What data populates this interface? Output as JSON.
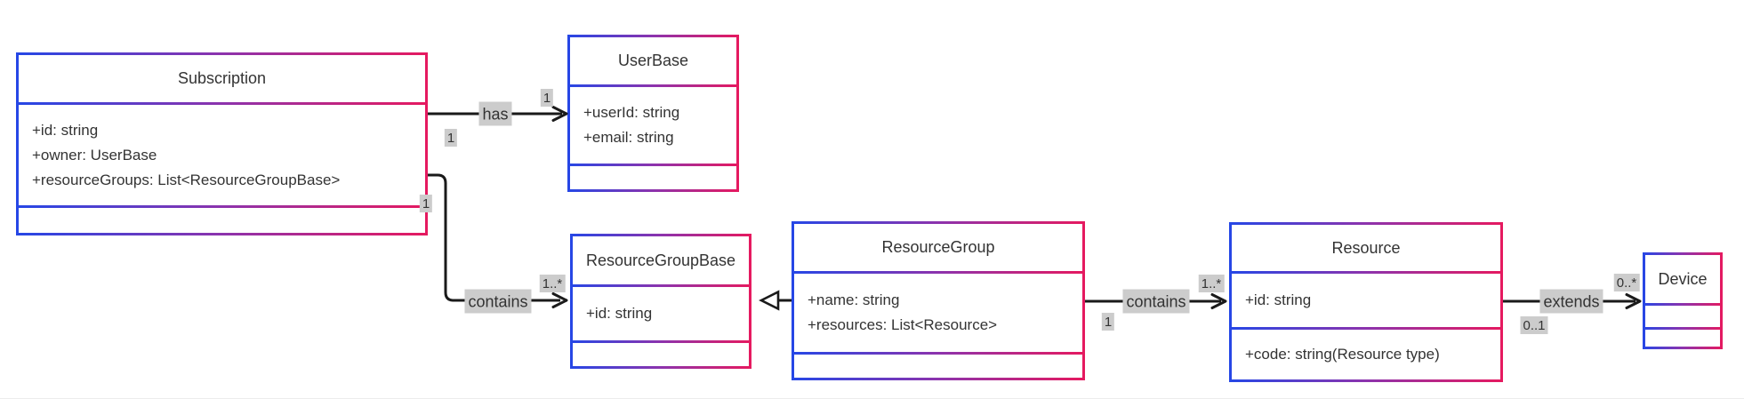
{
  "diagram": {
    "kind": "uml-class-diagram",
    "background_color": "#ffffff",
    "node_border_gradient": [
      "#2547e6",
      "#8c33ad",
      "#e6195f"
    ],
    "edge_color": "#1a1a1a",
    "label_background": "#cccccc",
    "text_color": "#333333"
  },
  "classes": [
    {
      "name": "Subscription",
      "attributes": [
        "+id: string",
        "+owner: UserBase",
        "+resourceGroups: List<ResourceGroupBase>"
      ],
      "methods": []
    },
    {
      "name": "UserBase",
      "attributes": [
        "+userId: string",
        "+email: string"
      ],
      "methods": []
    },
    {
      "name": "ResourceGroupBase",
      "attributes": [
        "+id: string"
      ],
      "methods": []
    },
    {
      "name": "ResourceGroup",
      "attributes": [
        "+name: string",
        "+resources: List<Resource>"
      ],
      "methods": []
    },
    {
      "name": "Resource",
      "attributes": [
        "+id: string"
      ],
      "methods": [
        "+code: string(Resource type)"
      ]
    },
    {
      "name": "Device",
      "attributes": [],
      "methods": []
    }
  ],
  "edges": [
    {
      "from": "Subscription",
      "to": "UserBase",
      "label": "has",
      "type": "association",
      "source_multiplicity": "1",
      "target_multiplicity": "1"
    },
    {
      "from": "Subscription",
      "to": "ResourceGroupBase",
      "label": "contains",
      "type": "association",
      "source_multiplicity": "1",
      "target_multiplicity": "1..*"
    },
    {
      "from": "ResourceGroup",
      "to": "ResourceGroupBase",
      "label": "",
      "type": "inheritance",
      "source_multiplicity": "",
      "target_multiplicity": ""
    },
    {
      "from": "ResourceGroup",
      "to": "Resource",
      "label": "contains",
      "type": "association",
      "source_multiplicity": "1",
      "target_multiplicity": "1..*"
    },
    {
      "from": "Resource",
      "to": "Device",
      "label": "extends",
      "type": "association",
      "source_multiplicity": "0..1",
      "target_multiplicity": "0..*"
    }
  ]
}
